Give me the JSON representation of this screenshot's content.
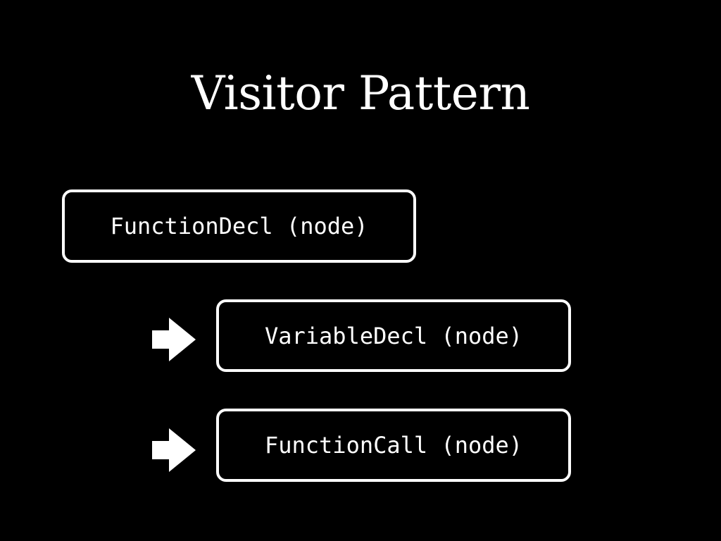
{
  "title": "Visitor Pattern",
  "nodes": [
    {
      "label": "FunctionDecl (node)"
    },
    {
      "label": "VariableDecl (node)"
    },
    {
      "label": "FunctionCall (node)"
    }
  ],
  "icons": [
    "right-arrow-icon",
    "right-arrow-icon"
  ],
  "colors": {
    "background": "#000000",
    "foreground": "#ffffff"
  }
}
